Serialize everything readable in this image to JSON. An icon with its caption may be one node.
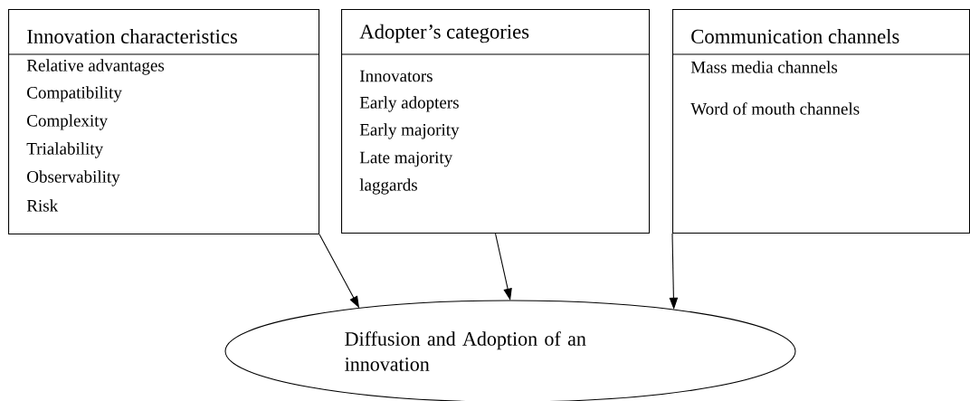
{
  "diagram": {
    "nodes": [
      {
        "text": [
          "Innovation characteristics",
          "Relative advantages",
          "Compatibility",
          "Complexity",
          "Trialability",
          "Observability",
          "Risk"
        ]
      },
      {
        "text": [
          "Adopter’s categories",
          "Innovators",
          "Early adopters",
          "Early majority",
          "Late majority",
          "laggards"
        ]
      },
      {
        "text": [
          "Communication channels",
          "Mass media channels",
          "Word of mouth channels"
        ]
      },
      {
        "text": [
          "Diffusion and Adoption of an innovation"
        ]
      }
    ],
    "edges": [
      {
        "from": 0,
        "to": 3,
        "arrow": "to"
      },
      {
        "from": 1,
        "to": 3,
        "arrow": "to"
      },
      {
        "from": 2,
        "to": 3,
        "arrow": "to"
      }
    ]
  }
}
